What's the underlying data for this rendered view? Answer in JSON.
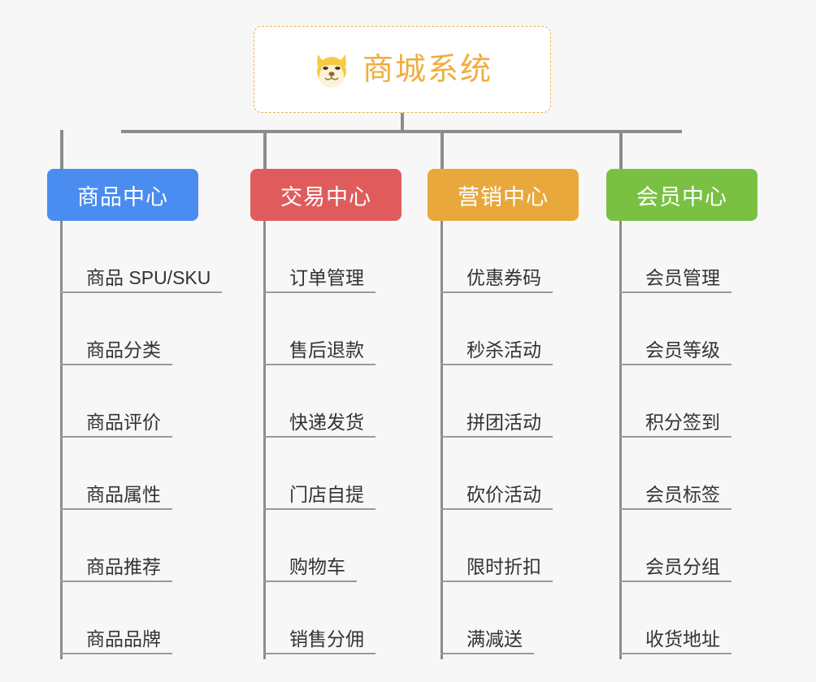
{
  "diagram": {
    "type": "mindmap",
    "background_color": "#f7f7f7",
    "root": {
      "title": "商城系统",
      "icon": "shiba-dog-emoji",
      "text_color": "#f0ad3e",
      "border_color": "#e6b450",
      "background_color": "#ffffff"
    },
    "connector_color": "#8c8c8c",
    "branches": [
      {
        "id": "product-center",
        "label": "商品中心",
        "color": "#4a8cf0",
        "items": [
          "商品 SPU/SKU",
          "商品分类",
          "商品评价",
          "商品属性",
          "商品推荐",
          "商品品牌"
        ]
      },
      {
        "id": "trade-center",
        "label": "交易中心",
        "color": "#e05c5c",
        "items": [
          "订单管理",
          "售后退款",
          "快递发货",
          "门店自提",
          "购物车",
          "销售分佣"
        ]
      },
      {
        "id": "marketing-center",
        "label": "营销中心",
        "color": "#e8a83c",
        "items": [
          "优惠券码",
          "秒杀活动",
          "拼团活动",
          "砍价活动",
          "限时折扣",
          "满减送"
        ]
      },
      {
        "id": "member-center",
        "label": "会员中心",
        "color": "#7ac143",
        "items": [
          "会员管理",
          "会员等级",
          "积分签到",
          "会员标签",
          "会员分组",
          "收货地址"
        ]
      }
    ]
  }
}
